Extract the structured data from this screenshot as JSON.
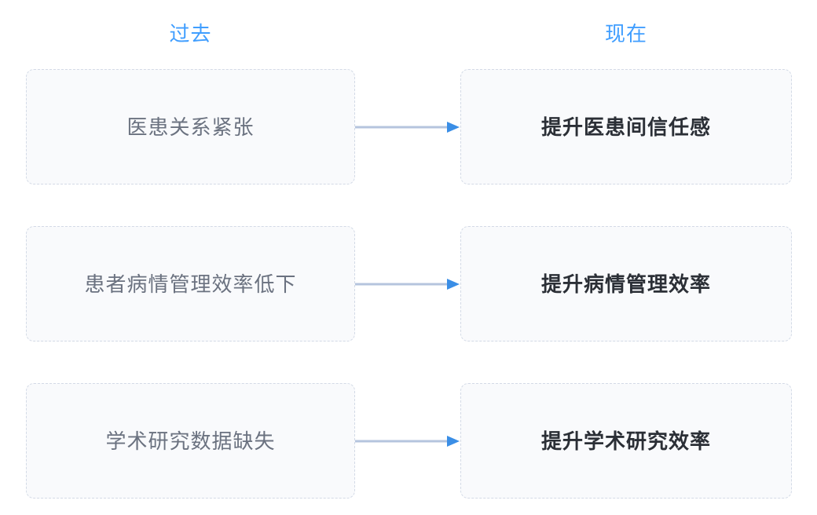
{
  "headers": {
    "past": "过去",
    "now": "现在"
  },
  "colors": {
    "header_blue": "#409eff",
    "arrow_head": "#3a8ee6",
    "arrow_line": "#b5c4de",
    "card_border": "#d3dae6",
    "card_background": "#f9fafc",
    "left_text": "#6b7280",
    "right_text": "#2b2f36",
    "page_background": "#ffffff"
  },
  "rows": [
    {
      "past": "医患关系紧张",
      "now": "提升医患间信任感",
      "connector": "arrow-right-icon"
    },
    {
      "past": "患者病情管理效率低下",
      "now": "提升病情管理效率",
      "connector": "arrow-right-icon"
    },
    {
      "past": "学术研究数据缺失",
      "now": "提升学术研究效率",
      "connector": "arrow-right-icon"
    }
  ]
}
